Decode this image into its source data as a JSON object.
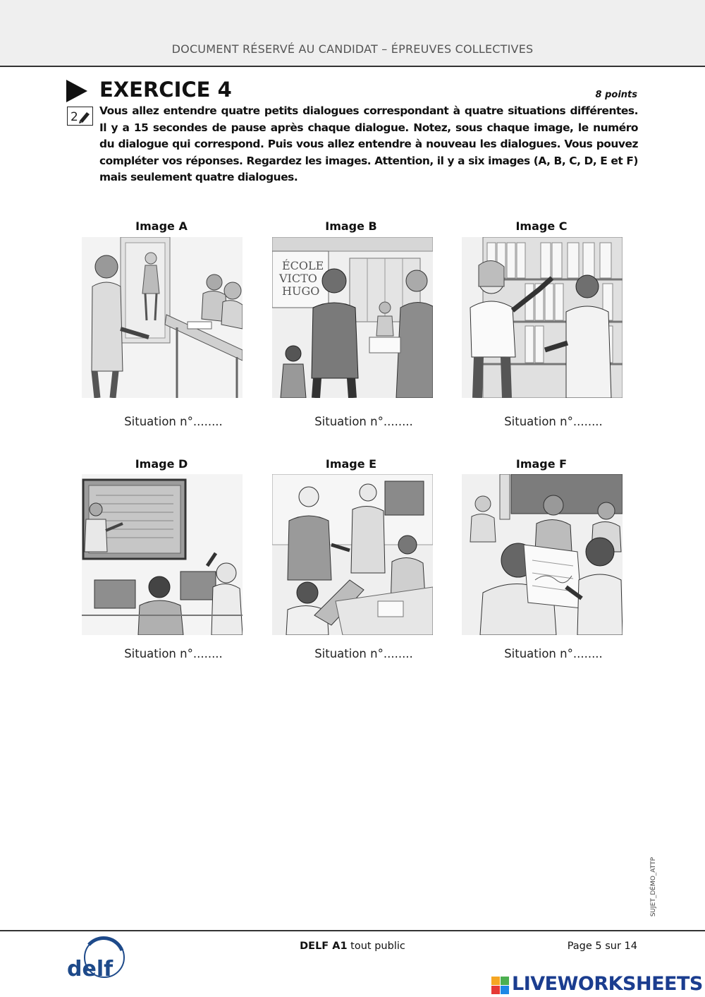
{
  "header": {
    "title": "DOCUMENT RÉSERVÉ AU CANDIDAT – ÉPREUVES COLLECTIVES"
  },
  "exercise": {
    "title": "EXERCICE 4",
    "points": "8 points",
    "icon_label": "2",
    "instructions": "Vous allez entendre quatre petits dialogues correspondant à quatre situations différentes. Il y a 15 secondes de pause après chaque dialogue. Notez, sous chaque image, le numéro du dialogue qui correspond. Puis vous allez entendre à nouveau les dialogues. Vous pouvez compléter vos réponses. Regardez les images. Attention, il y a six images (A, B, C, D, E et F) mais seulement quatre dialogues."
  },
  "images": [
    {
      "label": "Image A",
      "situation": "Situation n°........",
      "sign_text": ""
    },
    {
      "label": "Image B",
      "situation": "Situation n°........",
      "sign_text": "ÉCOLE VICTOR HUGO"
    },
    {
      "label": "Image C",
      "situation": "Situation n°........",
      "sign_text": ""
    },
    {
      "label": "Image D",
      "situation": "Situation n°........",
      "sign_text": ""
    },
    {
      "label": "Image E",
      "situation": "Situation n°........",
      "sign_text": ""
    },
    {
      "label": "Image F",
      "situation": "Situation n°........",
      "sign_text": ""
    }
  ],
  "side_code": "SUJET_DÉMO_ATTP",
  "footer": {
    "exam_bold": "DELF A1",
    "exam_rest": " tout public",
    "page": "Page 5 sur 14",
    "delf_logo_text": "delf",
    "watermark": "LIVEWORKSHEETS"
  },
  "colors": {
    "header_band": "#efefef",
    "watermark_blue": "#1b3d8f",
    "delf_blue": "#1e4a8a"
  }
}
